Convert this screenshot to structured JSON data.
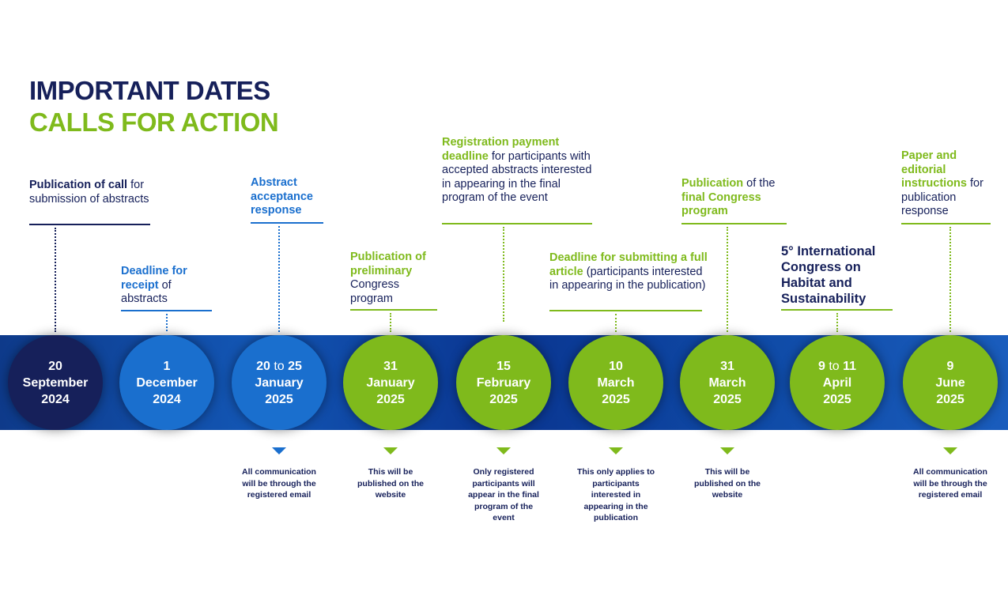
{
  "title": {
    "line1": "IMPORTANT DATES",
    "line2": "CALLS FOR ACTION"
  },
  "colors": {
    "navy": "#16205a",
    "blue": "#1a6fce",
    "green": "#7fba1c",
    "band": "#0e3a8a"
  },
  "events": [
    {
      "date": [
        "20",
        "September",
        "2024"
      ],
      "label": [
        {
          "text": "Publication of call",
          "hl": true
        },
        {
          "text": " for submission of abstracts",
          "hl": false
        }
      ],
      "note": ""
    },
    {
      "date": [
        "1",
        "December",
        "2024"
      ],
      "label": [
        {
          "text": "Deadline for receipt",
          "hl": true
        },
        {
          "text": " of abstracts",
          "hl": false
        }
      ],
      "note": ""
    },
    {
      "date": [
        "20 to 25",
        "January",
        "2025"
      ],
      "label": [
        {
          "text": "Abstract acceptance response",
          "hl": true
        }
      ],
      "note": "All communication will be through the registered email"
    },
    {
      "date": [
        "31",
        "January",
        "2025"
      ],
      "label": [
        {
          "text": "Publication of preliminary",
          "hl": true
        },
        {
          "text": " Congress program",
          "hl": false
        }
      ],
      "note": "This will be published on the website"
    },
    {
      "date": [
        "15",
        "February",
        "2025"
      ],
      "label": [
        {
          "text": "Registration payment deadline",
          "hl": true
        },
        {
          "text": " for participants with accepted abstracts interested in appearing in the final program of the event",
          "hl": false
        }
      ],
      "note": "Only registered participants will appear in the final program of the event"
    },
    {
      "date": [
        "10",
        "March",
        "2025"
      ],
      "label": [
        {
          "text": "Deadline for submitting a full article",
          "hl": true
        },
        {
          "text": " (participants interested in appearing in the publication)",
          "hl": false
        }
      ],
      "note": "This only applies to participants interested in appearing in the publication"
    },
    {
      "date": [
        "31",
        "March",
        "2025"
      ],
      "label": [
        {
          "text": "Publication",
          "hl": true
        },
        {
          "text": " of the ",
          "hl": false
        },
        {
          "text": "final Congress program",
          "hl": true
        }
      ],
      "note": "This will be published on the website"
    },
    {
      "date": [
        "9 to 11",
        "April",
        "2025"
      ],
      "label": [
        {
          "text": "5° International Congress on Habitat and Sustainability",
          "hl": true
        }
      ],
      "note": ""
    },
    {
      "date": [
        "9",
        "June",
        "2025"
      ],
      "label": [
        {
          "text": "Paper and editorial instructions",
          "hl": true
        },
        {
          "text": " for publication response",
          "hl": false
        }
      ],
      "note": "All communication will be through the registered email"
    }
  ]
}
